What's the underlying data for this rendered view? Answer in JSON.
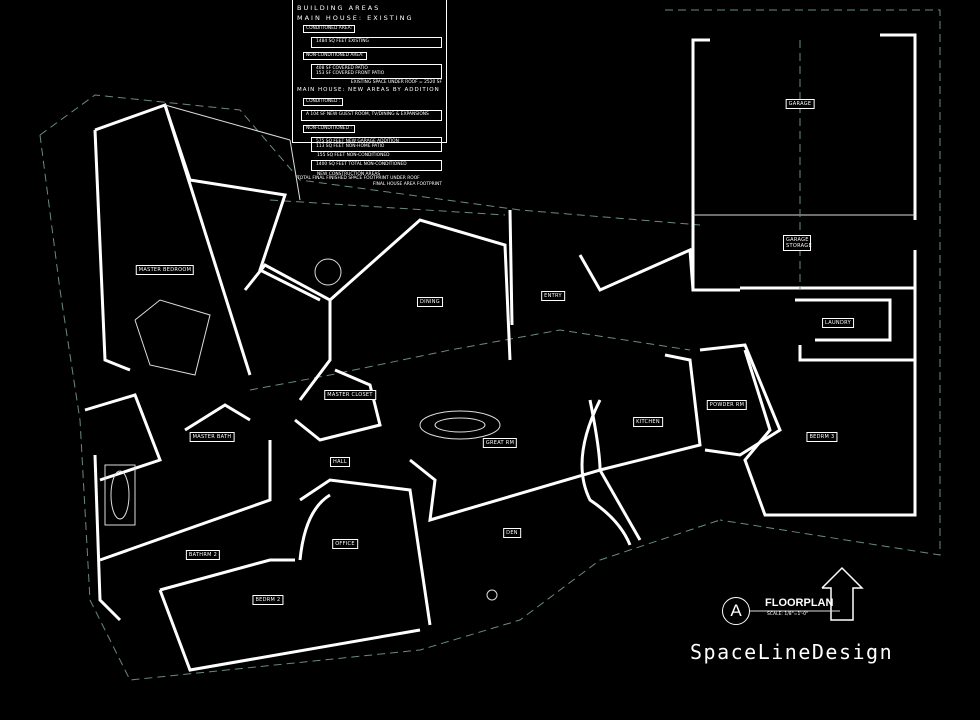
{
  "legend": {
    "title": "BUILDING AREAS",
    "existing_heading": "MAIN HOUSE: EXISTING",
    "conditioned_area_label": "CONDITIONED AREA:",
    "conditioned_area_value": "1484 SQ FEET EXISTING",
    "nonconditioned_area_label": "NON-CONDITIONED AREA:",
    "nonconditioned_lines": [
      "408 SF COVERED PATIO",
      "153 SF COVERED FRONT PATIO"
    ],
    "existing_under_roof": "EXISTING SPACE UNDER ROOF = 2520 SF",
    "addition_heading": "MAIN HOUSE: NEW AREAS BY ADDITION",
    "conditioned_label": "CONDITIONED :",
    "conditioned_addition": "A  104 SF NEW GUEST ROOM, TV/DINING & EXPANSIONS",
    "nonconditioned_label": "NON-CONDITIONED :",
    "nonconditioned_addition": [
      "575 SQ FEET NEW GARAGE ADDITION",
      "113 SQ FEET NON-HOME PATIO"
    ],
    "nonconditioned_extra": "155 SQ FEET NON-CONDITIONED",
    "nonconditioned_total": "1400 SQ FEET TOTAL NON-CONDITIONED",
    "new_construction": "NEW CONSTRUCTION AREAS",
    "total_footprint": "TOTAL FINAL FINISHED SPACE FOOTPRINT UNDER ROOF",
    "final_footprint": "FINAL HOUSE AREA FOOTPRINT"
  },
  "rooms": {
    "master_bedroom": "MASTER BEDROOM",
    "master_closet": "MASTER CLOSET",
    "master_bath": "MASTER BATH",
    "hall": "HALL",
    "great_rm": "GREAT RM",
    "kitchen": "KITCHEN",
    "powder_rm": "POWDER RM",
    "bedrm_3": "BEDRM 3",
    "laundry": "LAUNDRY",
    "garage": "GARAGE",
    "garage_storage": "GARAGE STORAGE",
    "dining": "DINING",
    "entry": "ENTRY",
    "office": "OFFICE",
    "den": "DEN",
    "bathrm_2": "BATHRM 2",
    "bedrm_2": "BEDRM 2"
  },
  "title_block": {
    "marker": "A",
    "title": "FLOORPLAN",
    "scale": "SCALE: 1/8\"=1'-0\"",
    "brand": "SpaceLineDesign"
  },
  "colors": {
    "background": "#000000",
    "lines": "#ffffff",
    "dashed": "#6a8a80"
  }
}
